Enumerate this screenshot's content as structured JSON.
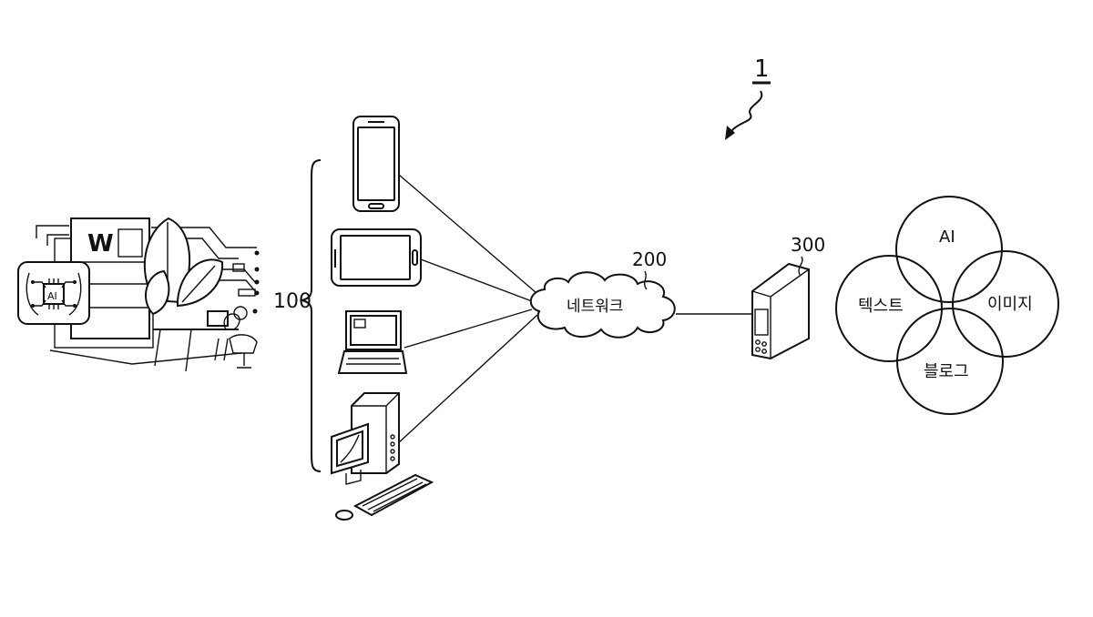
{
  "figure": {
    "system_label": "1",
    "terminal_group_label": "100",
    "network_ref": "200",
    "network_text": "네트워크",
    "server_ref": "300"
  },
  "icons": {
    "workspace": "ai-workspace-illustration",
    "smartphone": "smartphone-icon",
    "tablet": "tablet-icon",
    "laptop": "laptop-icon",
    "desktop": "desktop-computer-icon",
    "network": "cloud-network-icon",
    "server": "server-tower-icon"
  },
  "illustration_text": {
    "word_badge": "W",
    "chip_label": "AI"
  },
  "venn": {
    "circles": [
      {
        "key": "ai",
        "label": "AI"
      },
      {
        "key": "text",
        "label": "텍스트"
      },
      {
        "key": "image",
        "label": "이미지"
      },
      {
        "key": "blog",
        "label": "블로그"
      }
    ]
  }
}
